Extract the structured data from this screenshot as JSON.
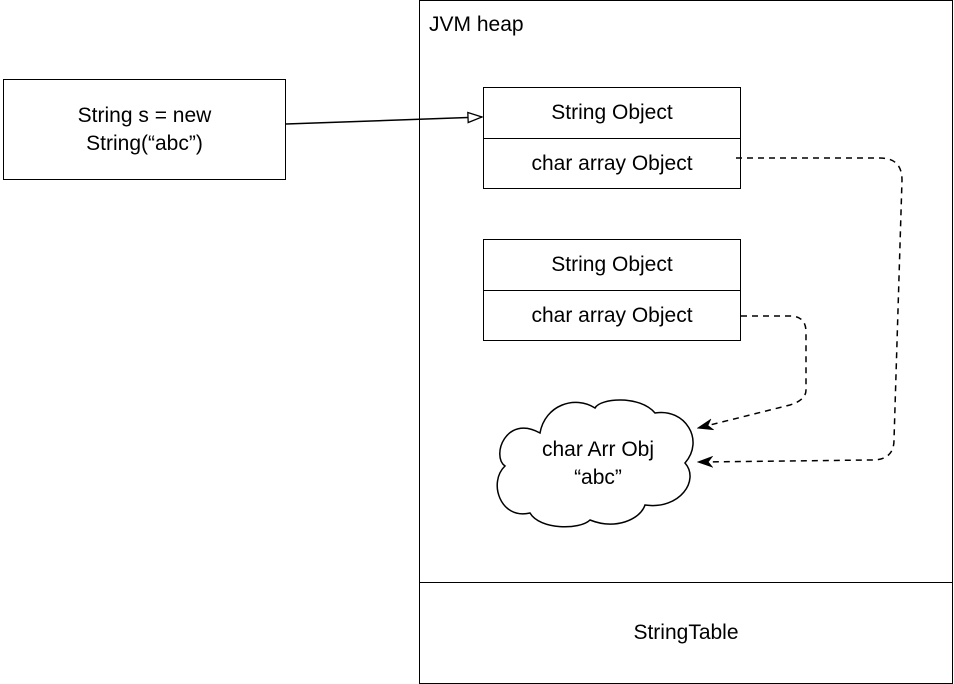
{
  "code": {
    "line1": "String s = new",
    "line2": "String(“abc”)"
  },
  "heap": {
    "title": "JVM heap"
  },
  "objects": [
    {
      "header": "String Object",
      "field": "char array Object"
    },
    {
      "header": "String Object",
      "field": "char array Object"
    }
  ],
  "char_array": {
    "line1": "char Arr Obj",
    "line2": "“abc”"
  },
  "string_table": {
    "label": "StringTable"
  },
  "colors": {
    "stroke": "#000000",
    "background": "#ffffff"
  }
}
